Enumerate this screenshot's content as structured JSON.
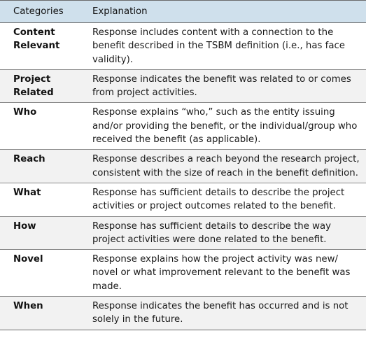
{
  "table": {
    "headers": [
      "Categories",
      "Explanation"
    ],
    "rows": [
      {
        "category": "Content Relevant",
        "explanation": "Response includes content with a connection to the benefit described in the TSBM definition (i.e., has face validity)."
      },
      {
        "category": "Project Related",
        "explanation": "Response indicates the benefit was related to or comes from project activities."
      },
      {
        "category": "Who",
        "explanation": "Response explains “who,” such as the entity issuing and/or providing the benefit, or the individual/group who received the benefit (as applicable)."
      },
      {
        "category": "Reach",
        "explanation": "Response describes a reach beyond the research project, consistent with the size of reach in the benefit definition."
      },
      {
        "category": "What",
        "explanation": "Response has sufficient details to describe the project activities or project outcomes related to the benefit."
      },
      {
        "category": "How",
        "explanation": "Response has sufficient details to describe the way project activities were done related to the benefit."
      },
      {
        "category": "Novel",
        "explanation": "Response explains how the project activity was new/ novel or what improvement relevant to the benefit was made."
      },
      {
        "category": "When",
        "explanation": "Response indicates the benefit has occurred and is not solely in the future."
      }
    ]
  },
  "colors": {
    "header_background": "#cfe0ec",
    "alternate_row_background": "#f2f2f2",
    "rule": "#6b6b6b"
  }
}
